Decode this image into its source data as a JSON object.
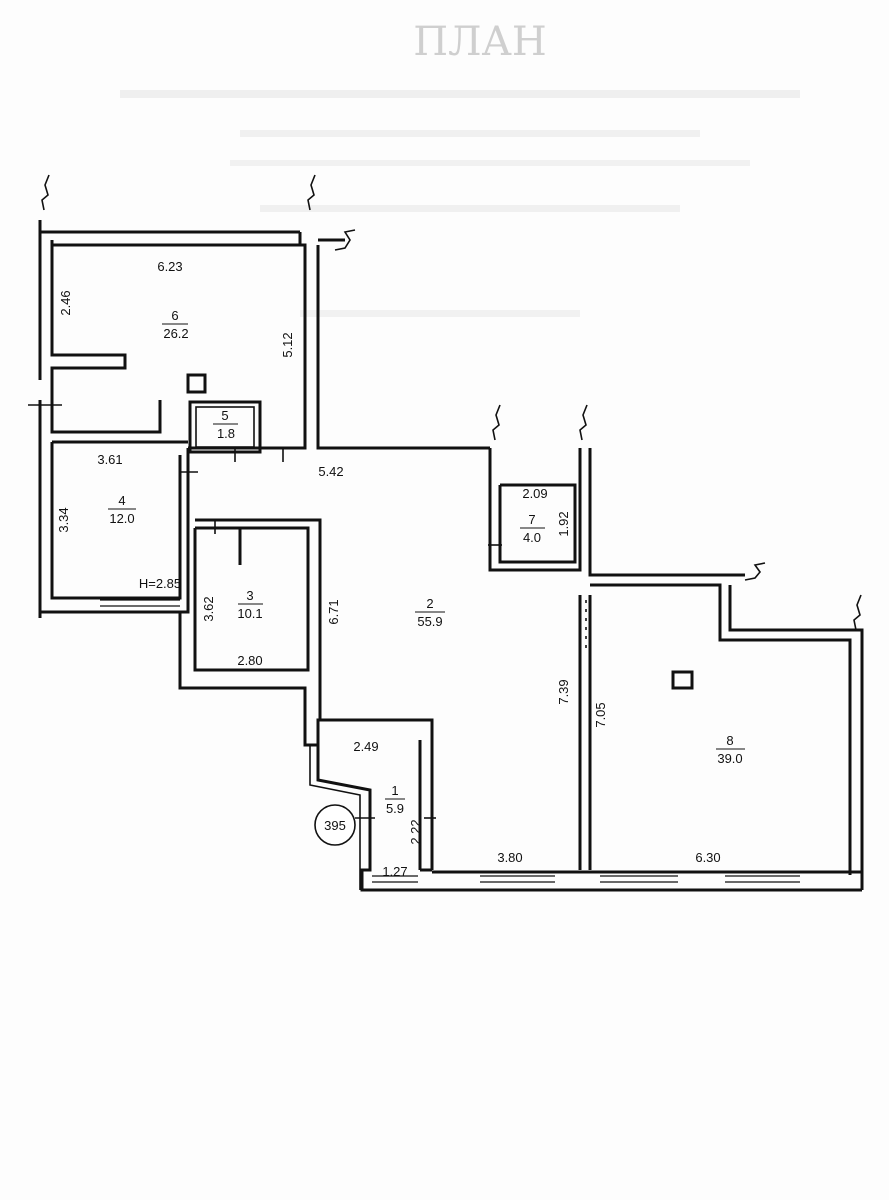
{
  "header": {
    "title": "ПЛАН",
    "lines": [
      "",
      "",
      "",
      "",
      ""
    ]
  },
  "rooms": [
    {
      "number": "1",
      "area": "5.9"
    },
    {
      "number": "2",
      "area": "55.9"
    },
    {
      "number": "3",
      "area": "10.1"
    },
    {
      "number": "4",
      "area": "12.0"
    },
    {
      "number": "5",
      "area": "1.8"
    },
    {
      "number": "6",
      "area": "26.2"
    },
    {
      "number": "7",
      "area": "4.0"
    },
    {
      "number": "8",
      "area": "39.0"
    }
  ],
  "dimensions": {
    "d623": "6.23",
    "d246": "2.46",
    "d512": "5.12",
    "d361": "3.61",
    "d334": "3.34",
    "d542": "5.42",
    "d209": "2.09",
    "d192": "1.92",
    "d362": "3.62",
    "d671": "6.71",
    "d280": "2.80",
    "d739": "7.39",
    "d705": "7.05",
    "d249": "2.49",
    "d222": "2.22",
    "d127": "1.27",
    "d380": "3.80",
    "d630": "6.30"
  },
  "height_label": "H=2.85",
  "marker": "395"
}
